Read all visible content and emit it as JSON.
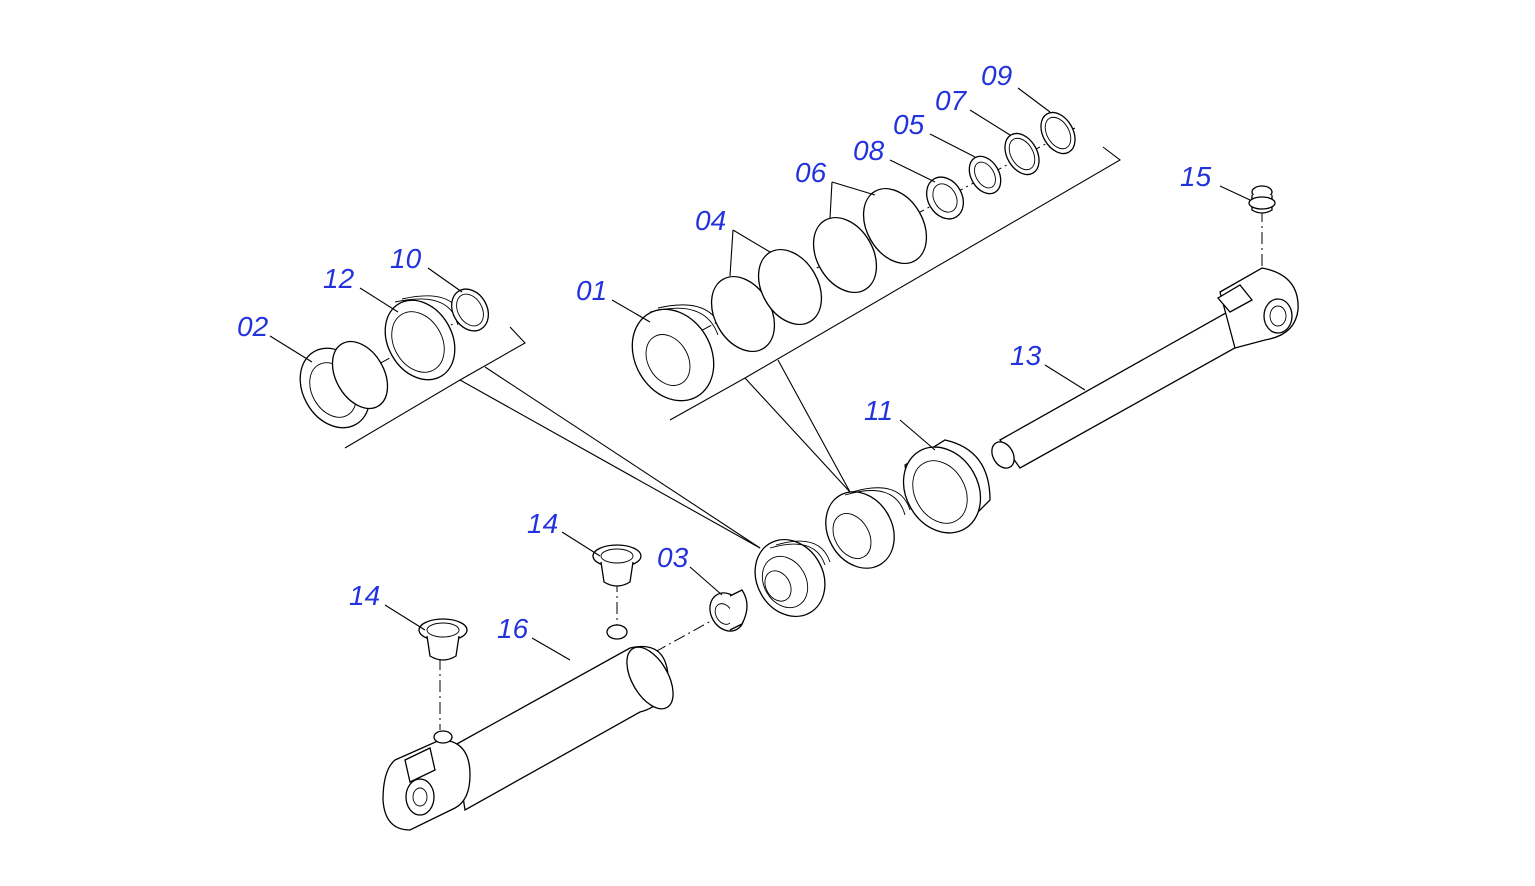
{
  "diagram": {
    "callouts": [
      {
        "id": "01",
        "label": "01"
      },
      {
        "id": "02",
        "label": "02"
      },
      {
        "id": "03",
        "label": "03"
      },
      {
        "id": "04",
        "label": "04"
      },
      {
        "id": "05",
        "label": "05"
      },
      {
        "id": "06",
        "label": "06"
      },
      {
        "id": "07",
        "label": "07"
      },
      {
        "id": "08",
        "label": "08"
      },
      {
        "id": "09",
        "label": "09"
      },
      {
        "id": "10",
        "label": "10"
      },
      {
        "id": "11",
        "label": "11"
      },
      {
        "id": "12",
        "label": "12"
      },
      {
        "id": "13",
        "label": "13"
      },
      {
        "id": "14a",
        "label": "14"
      },
      {
        "id": "14b",
        "label": "14"
      },
      {
        "id": "15",
        "label": "15"
      },
      {
        "id": "16",
        "label": "16"
      }
    ],
    "colors": {
      "callout": "#2233dd",
      "line": "#000000",
      "background": "#ffffff"
    }
  }
}
